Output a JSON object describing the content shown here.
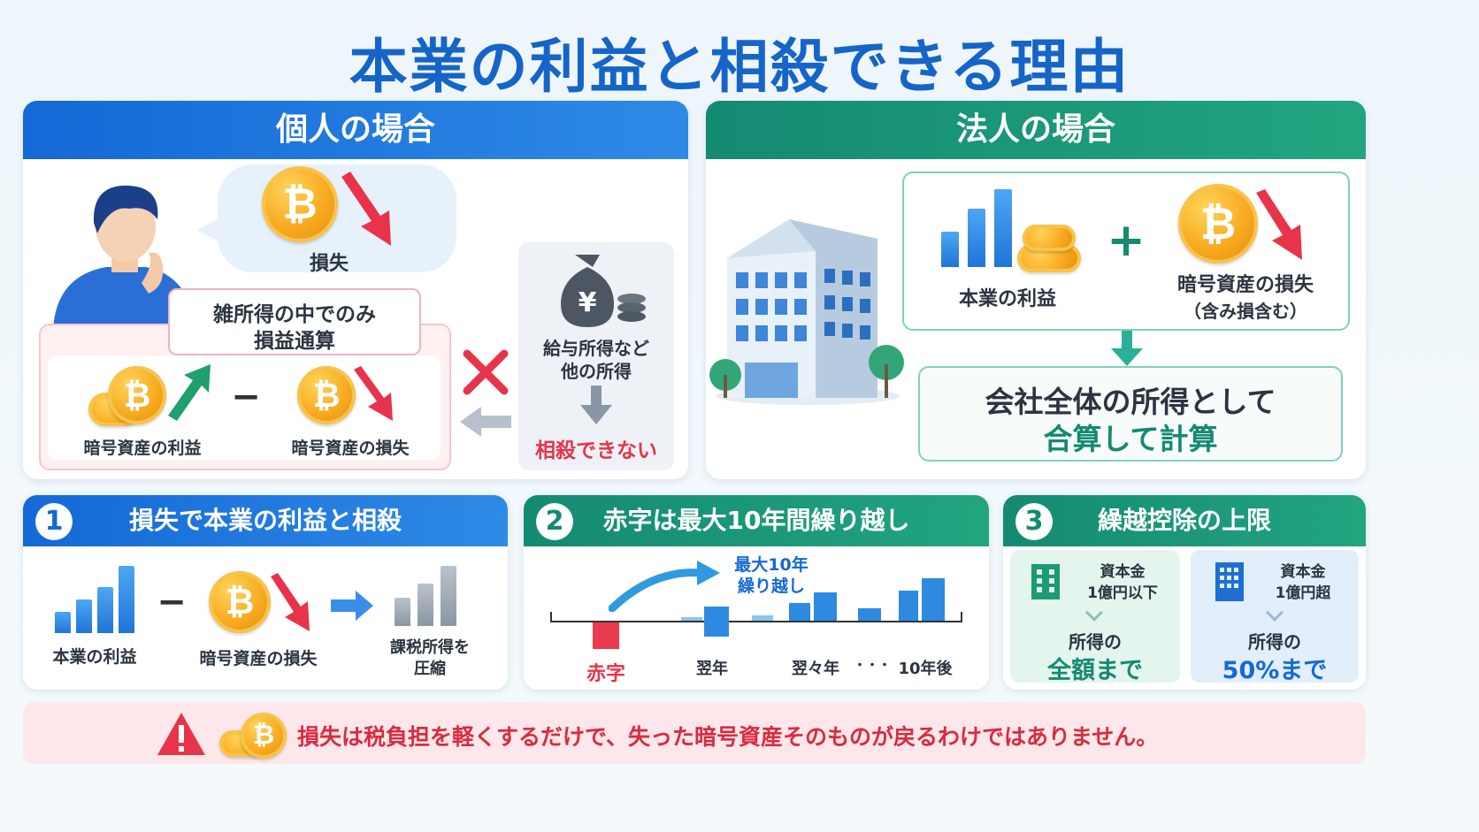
{
  "title": "本業の利益と相殺できる理由",
  "individual": {
    "header": "個人の場合",
    "loss_label": "損失",
    "misc_income_note_1": "雑所得の中でのみ",
    "misc_income_note_2": "損益通算",
    "crypto_profit": "暗号資産の利益",
    "minus": "−",
    "crypto_loss": "暗号資産の損失",
    "other_income_1": "給与所得など",
    "other_income_2": "他の所得",
    "cannot_offset": "相殺できない",
    "yen_symbol": "¥"
  },
  "corporate": {
    "header": "法人の場合",
    "business_profit": "本業の利益",
    "plus": "+",
    "crypto_loss_1": "暗号資産の損失",
    "crypto_loss_2": "（含み損含む）",
    "result_1": "会社全体の所得として",
    "result_2": "合算して計算"
  },
  "point1": {
    "number": "1",
    "header": "損失で本業の利益と相殺",
    "business_profit": "本業の利益",
    "minus": "−",
    "crypto_loss": "暗号資産の損失",
    "result_1": "課税所得を",
    "result_2": "圧縮"
  },
  "point2": {
    "number": "2",
    "header": "赤字は最大10年間繰り越し",
    "carry_1": "最大10年",
    "carry_2": "繰り越し",
    "deficit": "赤字",
    "next_year": "翌年",
    "year_after": "翌々年",
    "dots": "・・・",
    "ten_years": "10年後"
  },
  "point3": {
    "number": "3",
    "header": "繰越控除の上限",
    "small_cap_1": "資本金",
    "small_cap_2": "1億円以下",
    "small_income": "所得の",
    "small_limit": "全額まで",
    "large_cap_1": "資本金",
    "large_cap_2": "1億円超",
    "large_income": "所得の",
    "large_limit": "50%まで"
  },
  "warning": "損失は税負担を軽くするだけで、失った暗号資産そのものが戻るわけではありません。",
  "colors": {
    "blue": "#1469d6",
    "green": "#148a72",
    "red": "#e8344a",
    "coin": "#f7a91e"
  }
}
